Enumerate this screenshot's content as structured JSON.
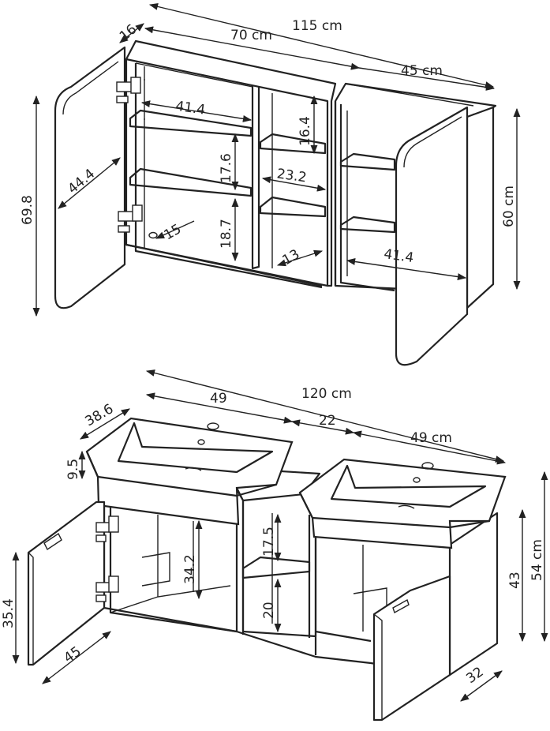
{
  "upper_cabinet": {
    "width_total": "115 cm",
    "width_main": "70 cm",
    "width_side": "45 cm",
    "depth": "16",
    "height_door": "69.8",
    "height_body": "60 cm",
    "shelf_width_left": "41.4",
    "shelf_width_right": "41.4",
    "door_diag": "44.4",
    "mid_shelf_gap": "16.4",
    "mid_width": "23.2",
    "shelf_gap_1": "17.6",
    "shelf_gap_2": "18.7",
    "hole_dist": "15",
    "mid_depth": "13"
  },
  "lower_cabinet": {
    "width_total": "120 cm",
    "basin_width_left": "49",
    "basin_width_right": "49 cm",
    "gap_middle": "22",
    "basin_depth": "38.6",
    "basin_height": "9.5",
    "height_total": "54 cm",
    "height_body": "43",
    "door_height": "35.4",
    "door_width": "45",
    "depth": "32",
    "inner_height": "34.2",
    "shelf_gap_top": "17.5",
    "shelf_gap_bottom": "20"
  }
}
